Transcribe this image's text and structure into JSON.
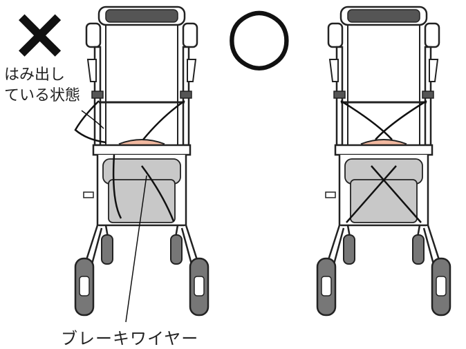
{
  "bad_example": {
    "mark": "×",
    "annotation_line1": "はみ出し",
    "annotation_line2": "ている状態"
  },
  "good_example": {
    "mark": "○"
  },
  "callout": {
    "label": "ブレーキワイヤー"
  },
  "colors": {
    "frame": "#ffffff",
    "outline": "#222222",
    "seat": "#c8c8c8",
    "grip": "#555555",
    "wheel": "#777777",
    "brake_wire": "#111111",
    "basket_lid": "#f2b9a0"
  }
}
